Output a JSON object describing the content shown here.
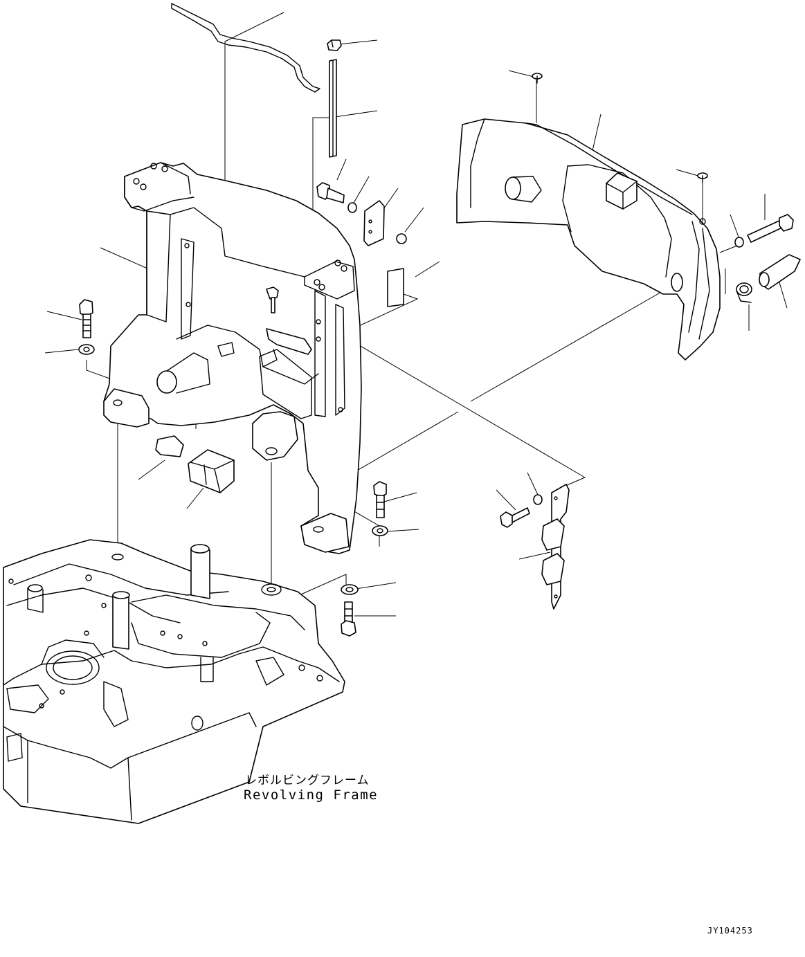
{
  "labels": {
    "frame_jp": "レボルビングフレーム",
    "frame_en": "Revolving Frame",
    "drawing_code": "JY104253"
  },
  "colors": {
    "line": "#000000",
    "background": "#ffffff"
  }
}
